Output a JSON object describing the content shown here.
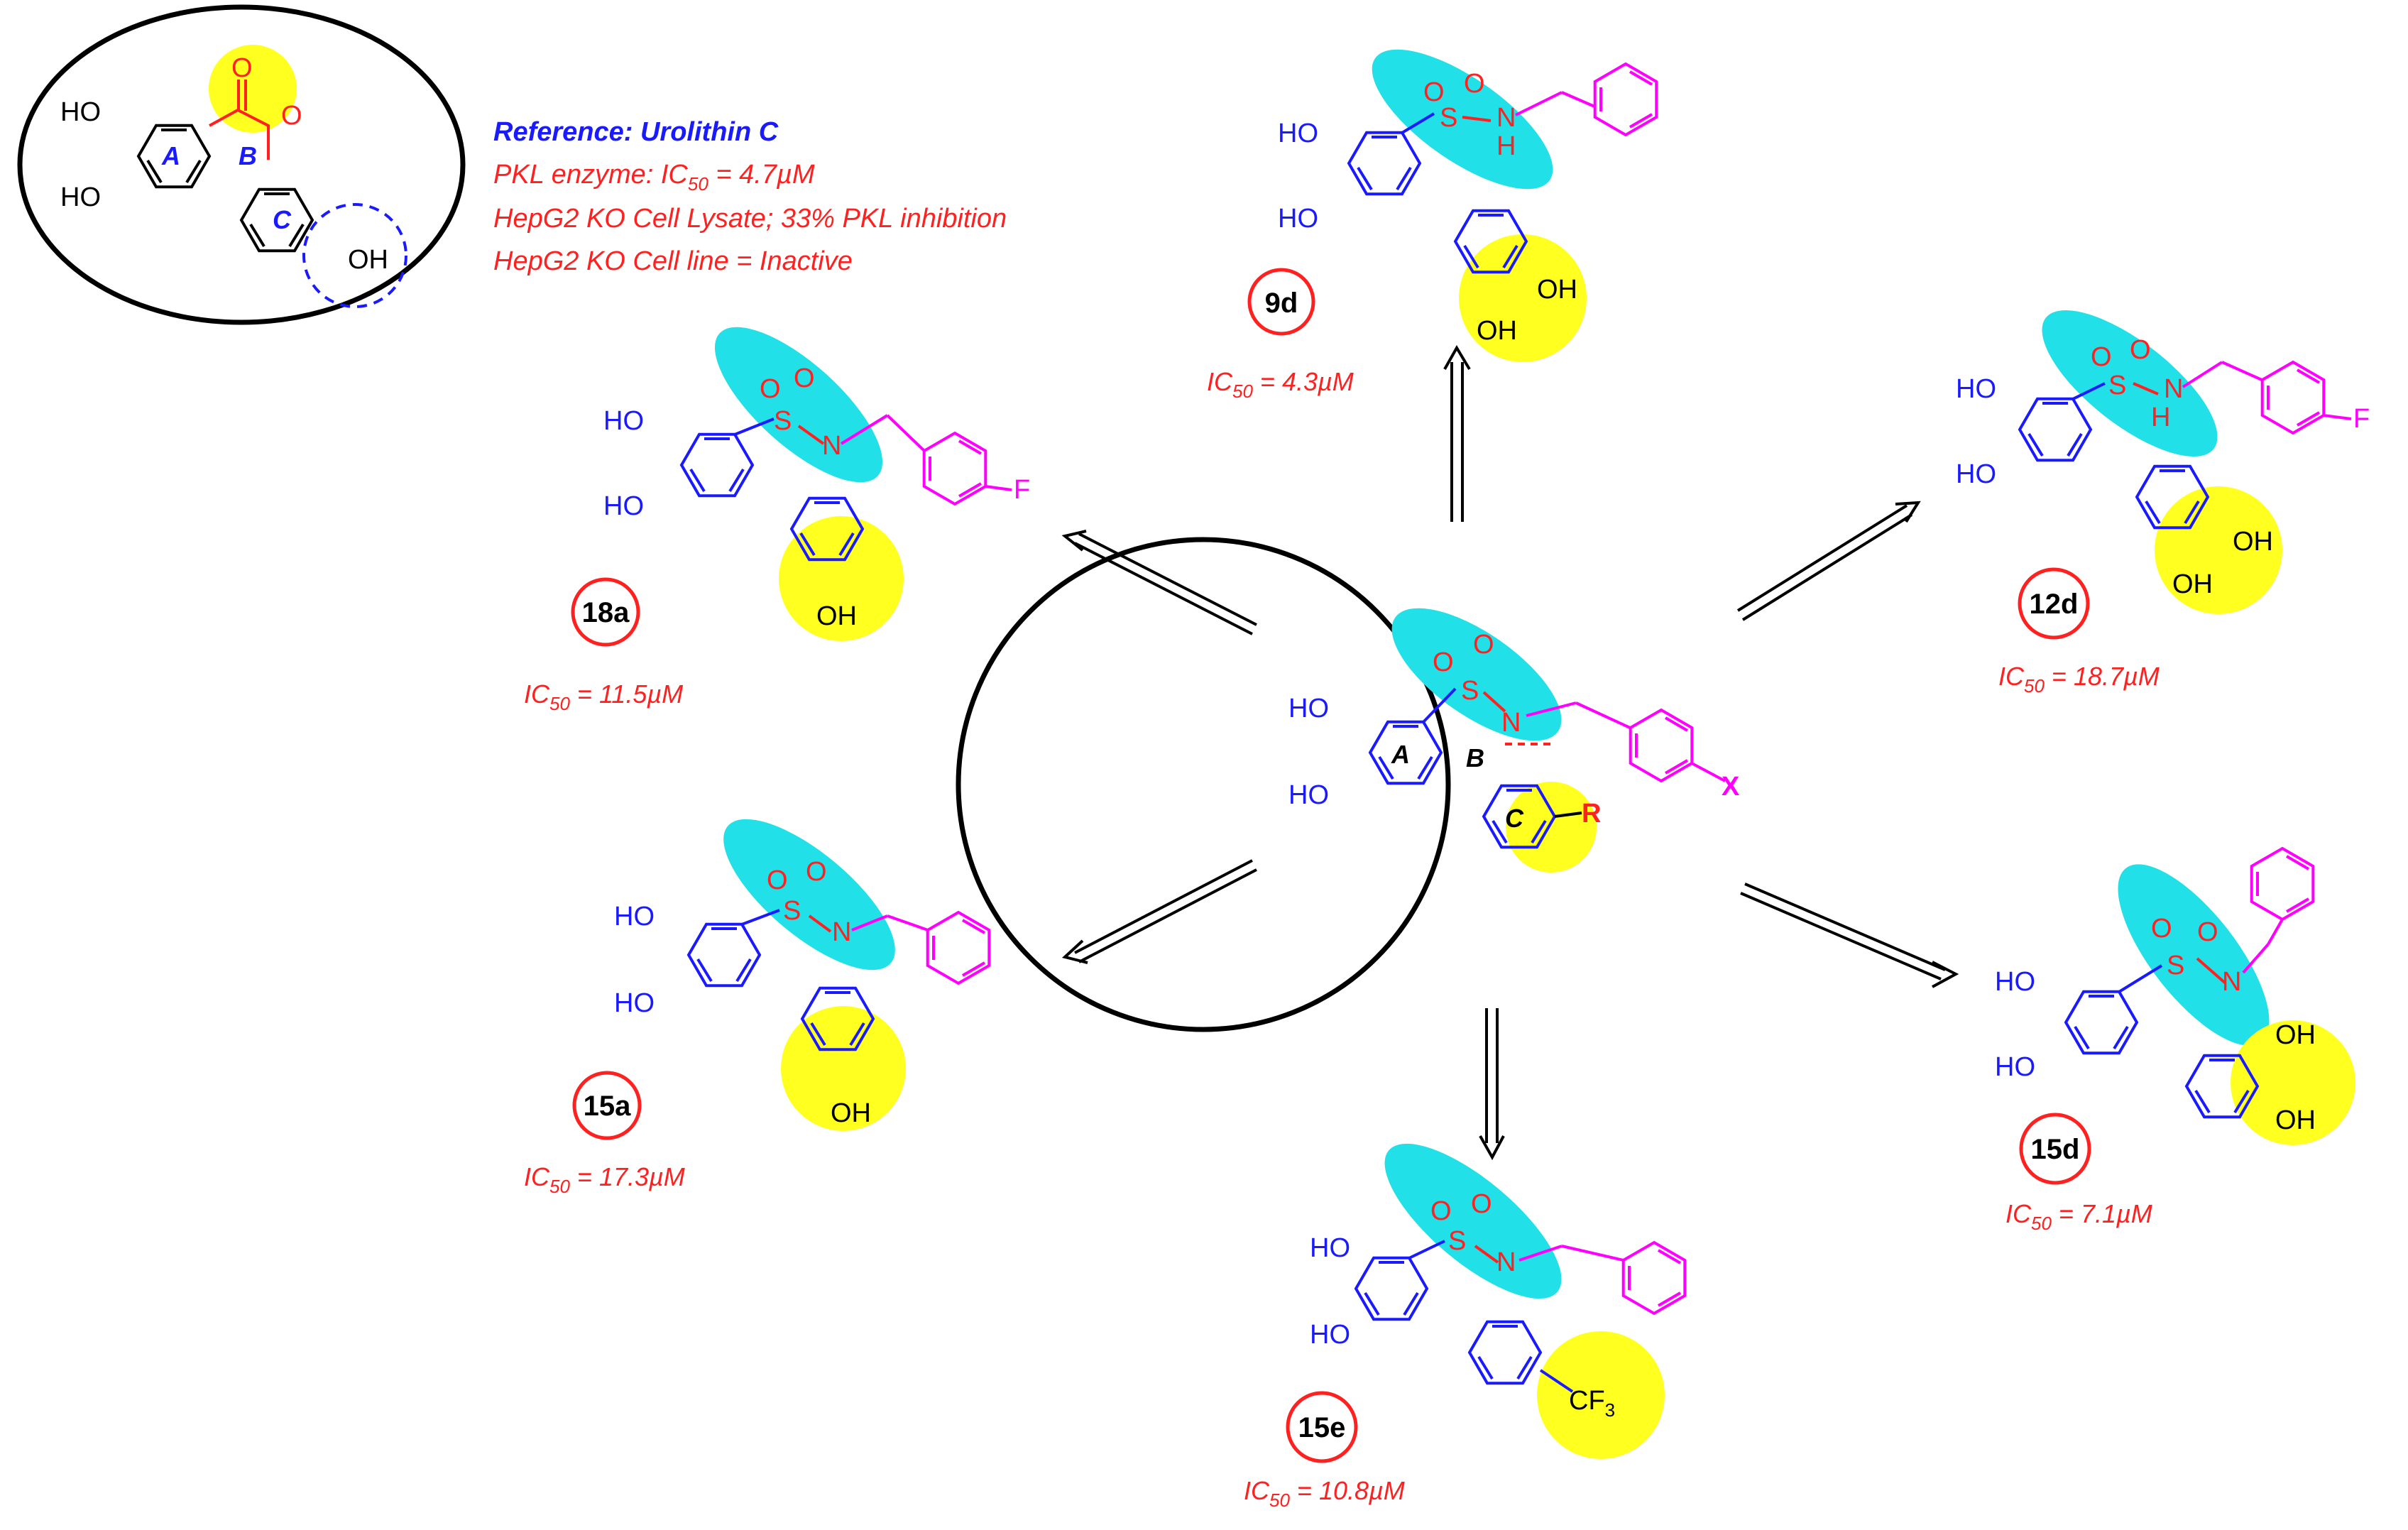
{
  "colors": {
    "ring_A": "#1a1aff",
    "linker": "#ff2020",
    "pendant": "#ff00ff",
    "highlight_yellow": "#ffff20",
    "highlight_cyan": "#22e0e8",
    "reference_title": "#1a1aff",
    "reference_text": "#ff2020"
  },
  "reference": {
    "title": "Reference: Urolithin  C",
    "lines": [
      {
        "pre": "PKL enzyme: IC",
        "sub": "50",
        "post": " = 4.7µM"
      },
      {
        "pre": "HepG2 KO Cell Lysate; 33% PKL inhibition",
        "sub": "",
        "post": ""
      },
      {
        "pre": "HepG2 KO Cell line =  Inactive",
        "sub": "",
        "post": ""
      }
    ],
    "atoms": {
      "oh1": "HO",
      "oh2": "HO",
      "oh3": "OH",
      "o_carbonyl": "O",
      "o_ring": "O"
    },
    "ring_labels": {
      "a": "A",
      "b": "B",
      "c": "C"
    }
  },
  "core": {
    "atoms": {
      "oh1": "HO",
      "oh2": "HO",
      "s": "S",
      "o1": "O",
      "o2": "O",
      "n": "N",
      "r": "R",
      "x": "X"
    },
    "ring_labels": {
      "a": "A",
      "b": "B",
      "c": "C"
    }
  },
  "compounds": {
    "c9d": {
      "id": "9d",
      "ic50_pre": "IC",
      "ic50_sub": "50",
      "ic50_post": " = 4.3µM",
      "atoms": {
        "oh1": "HO",
        "oh2": "HO",
        "s": "S",
        "o1": "O",
        "o2": "O",
        "n": "N",
        "h": "H",
        "oh3": "OH",
        "oh4": "OH"
      }
    },
    "c18a": {
      "id": "18a",
      "ic50_pre": "IC",
      "ic50_sub": "50",
      "ic50_post": " = 11.5µM",
      "atoms": {
        "oh1": "HO",
        "oh2": "HO",
        "s": "S",
        "o1": "O",
        "o2": "O",
        "n": "N",
        "f": "F",
        "oh3": "OH"
      }
    },
    "c12d": {
      "id": "12d",
      "ic50_pre": "IC",
      "ic50_sub": "50",
      "ic50_post": " = 18.7µM",
      "atoms": {
        "oh1": "HO",
        "oh2": "HO",
        "s": "S",
        "o1": "O",
        "o2": "O",
        "n": "N",
        "h": "H",
        "f": "F",
        "oh3": "OH",
        "oh4": "OH"
      }
    },
    "c15a": {
      "id": "15a",
      "ic50_pre": "IC",
      "ic50_sub": "50",
      "ic50_post": " = 17.3µM",
      "atoms": {
        "oh1": "HO",
        "oh2": "HO",
        "s": "S",
        "o1": "O",
        "o2": "O",
        "n": "N",
        "oh3": "OH"
      }
    },
    "c15d": {
      "id": "15d",
      "ic50_pre": "IC",
      "ic50_sub": "50",
      "ic50_post": " = 7.1µM",
      "atoms": {
        "oh1": "HO",
        "oh2": "HO",
        "s": "S",
        "o1": "O",
        "o2": "O",
        "n": "N",
        "oh3": "OH",
        "oh4": "OH"
      }
    },
    "c15e": {
      "id": "15e",
      "ic50_pre": "IC",
      "ic50_sub": "50",
      "ic50_post": " = 10.8µM",
      "atoms": {
        "oh1": "HO",
        "oh2": "HO",
        "s": "S",
        "o1": "O",
        "o2": "O",
        "n": "N",
        "cf": "CF",
        "cf_sub": "3"
      }
    }
  }
}
